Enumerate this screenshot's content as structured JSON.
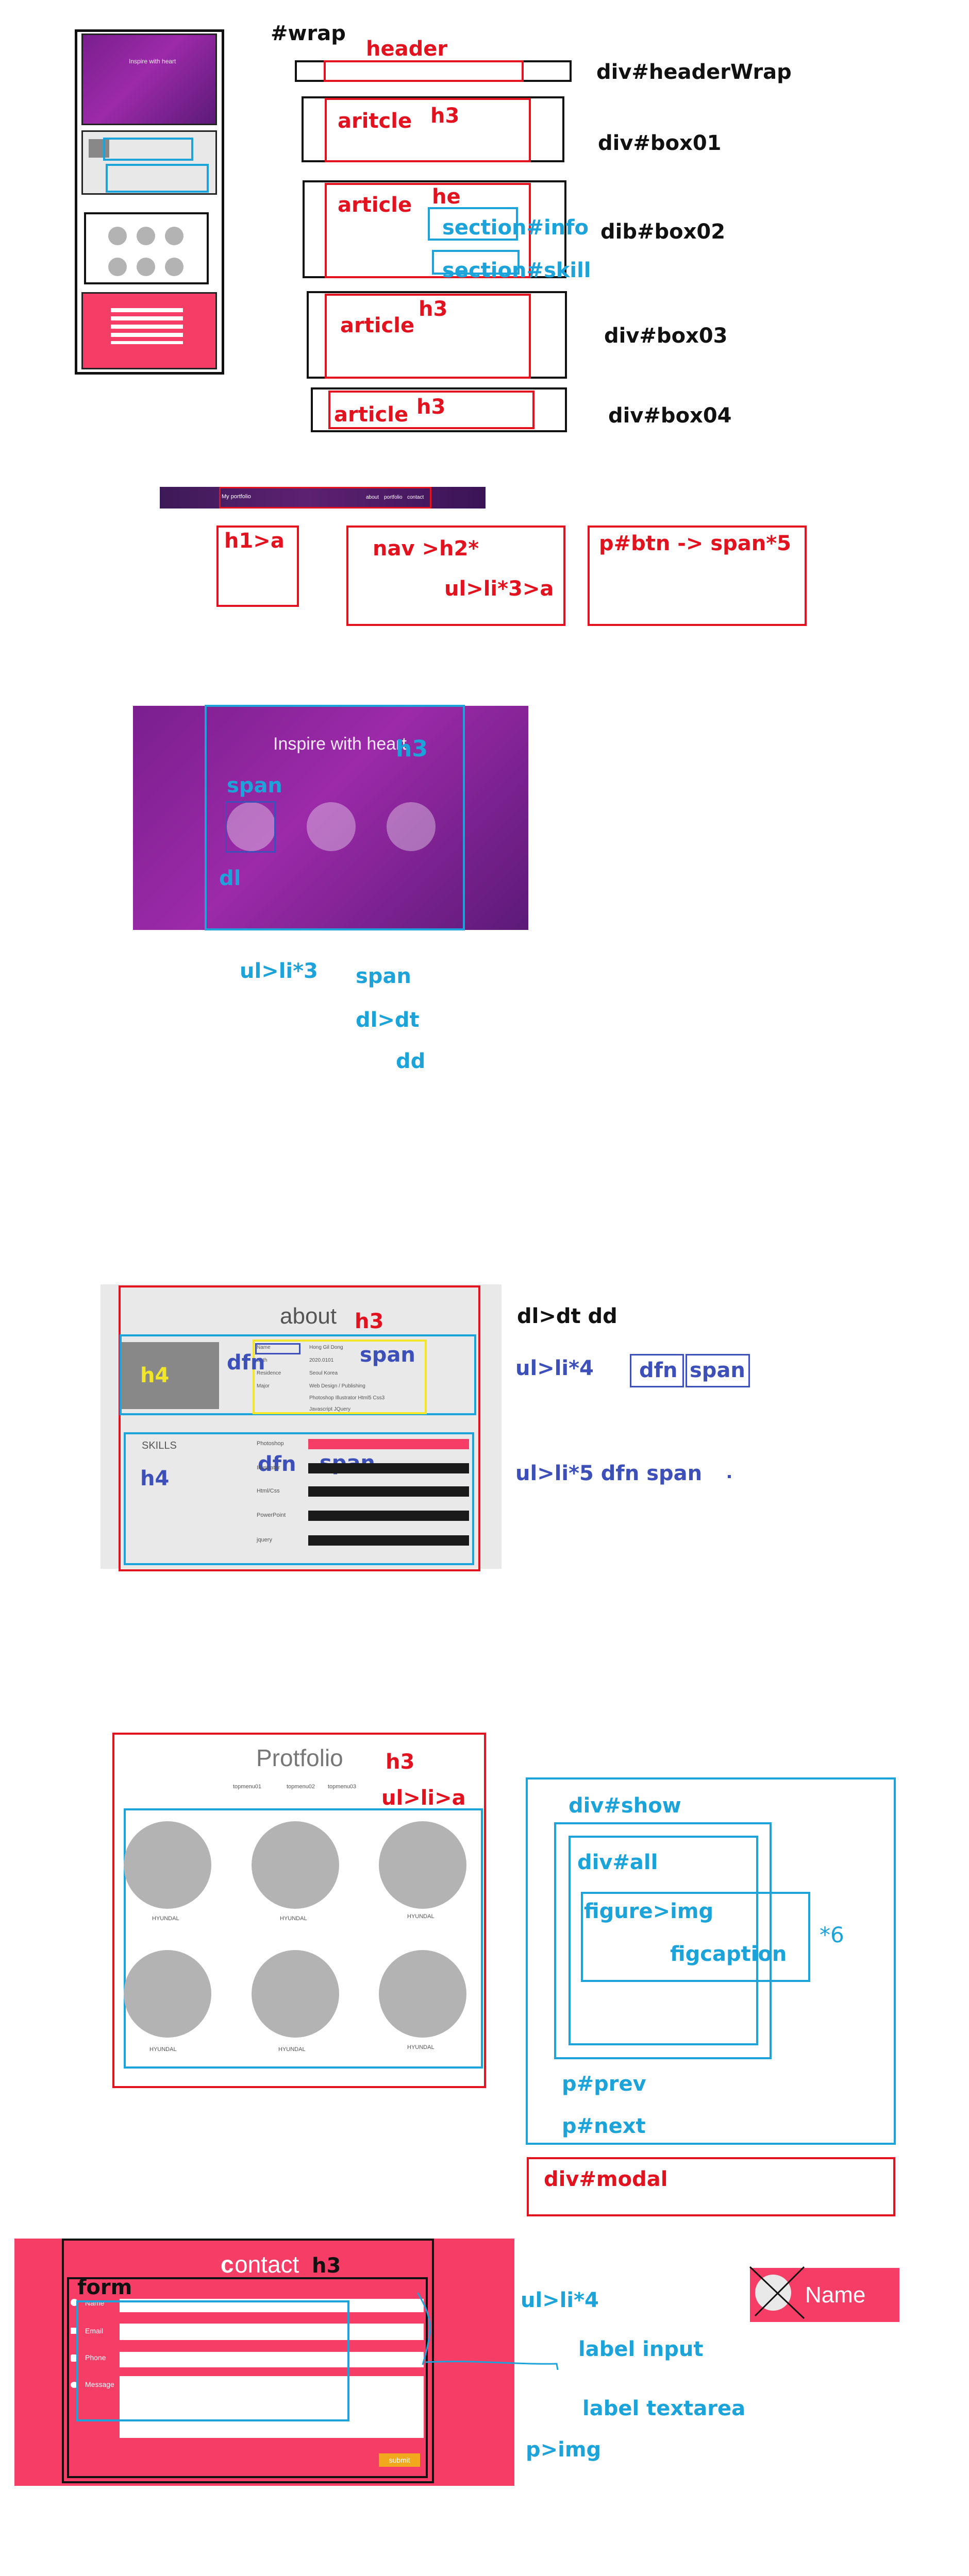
{
  "labels": {
    "wrap": "#wrap",
    "header": "header",
    "header_wrap": "div#headerWrap",
    "box01_article": "aritcle",
    "box01_h3": "h3",
    "box01": "div#box01",
    "box02_article": "article",
    "box02_he": "he",
    "box02_info": "section#info",
    "box02_skill": "section#skill",
    "box02": "dib#box02",
    "box03_article": "article",
    "box03_h3": "h3",
    "box03": "div#box03",
    "box04_article": "article",
    "box04_h3": "h3",
    "box04": "div#box04",
    "h1a": "h1>a",
    "nav": "nav >h2*",
    "nav_ul": "ul>li*3>a",
    "btn": "p#btn  -> span*5",
    "visual_h3": "h3",
    "visual_span": "span",
    "visual_dl": "dl",
    "visual_ul": "ul>li*3",
    "visual_span2": "span",
    "visual_dldt": "dl>dt",
    "visual_dd": "dd",
    "about_h3": "h3",
    "about_h4": "h4",
    "about_dfn": "dfn",
    "about_span": "span",
    "about_h4b": "h4",
    "about_dfn2": "dfn",
    "about_span2": "span",
    "about_dl": "dl>dt dd",
    "about_ul4": "ul>li*4",
    "about_dfn_box": "dfn",
    "about_span_box": "span",
    "about_ul5": "ul>li*5 dfn span",
    "port_h3": "h3",
    "port_ul": "ul>li>a",
    "show": "div#show",
    "all": "div#all",
    "figure": "figure>img",
    "figcaption": "figcaption",
    "times6": "*6",
    "prev": "p#prev",
    "next": "p#next",
    "modal": "div#modal",
    "contact_h3": "h3",
    "form": "form",
    "contact_ul": "ul>li*4",
    "label_input": "label input",
    "label_textarea": "label textarea",
    "pimg": "p>img",
    "name_btn": "Name"
  },
  "mock": {
    "hero_title": "Inspire with heart",
    "header_logo": "My portfolio",
    "header_nav": [
      "about",
      "portfolio",
      "contact"
    ],
    "about_title": "about",
    "about_skills": "SKILLS",
    "skills": [
      "Photoshop",
      "Illustrator",
      "Html/Css",
      "PowerPoint",
      "jquery"
    ],
    "about_info": [
      [
        "Name",
        "Hong Gil Dong"
      ],
      [
        "Birth",
        "2020.0101"
      ],
      [
        "Residence",
        "Seoul Korea"
      ],
      [
        "Major",
        "Web Design / Publishing"
      ],
      [
        "",
        "Photoshop Illustrator Html5 Css3"
      ],
      [
        "",
        "Javascript JQuery"
      ]
    ],
    "portfolio_title": "Protfolio",
    "portfolio_tabs": [
      "topmenu01",
      "topmenu02",
      "topmenu03"
    ],
    "portfolio_caption": "HYUNDAL",
    "contact_title_first": "c",
    "contact_title_rest": "ontact",
    "contact_fields": [
      "Name",
      "Email",
      "Phone",
      "Message"
    ],
    "submit": "submit"
  },
  "colors": {
    "red": "#e2131f",
    "blue": "#1ba3da",
    "navy": "#3d4fb8",
    "yellow": "#f2e629",
    "pink": "#f63d66",
    "purple": "#8a269c"
  }
}
